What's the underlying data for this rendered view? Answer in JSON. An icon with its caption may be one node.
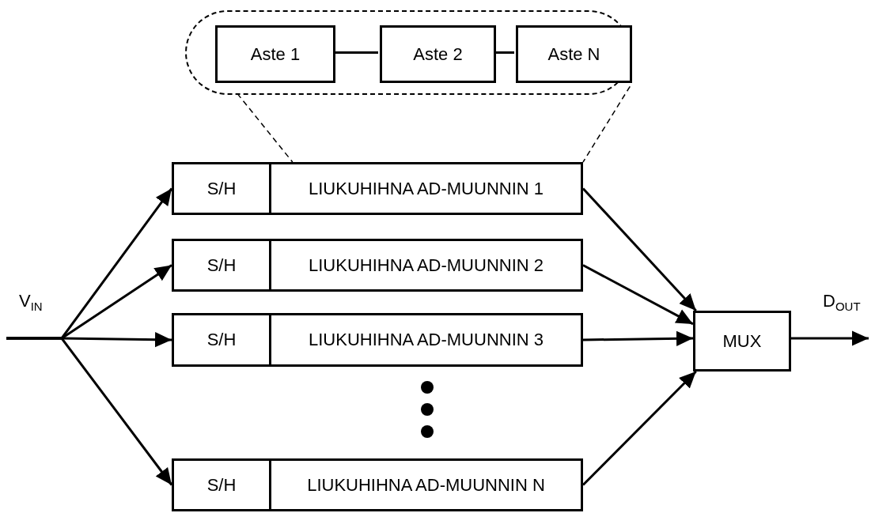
{
  "diagram": {
    "nodes": [
      {
        "text": [],
        "shape": "box"
      },
      {
        "text": [
          "Aste 1"
        ],
        "in": 0
      },
      {
        "text": [
          "Aste 2"
        ],
        "in": 0
      },
      {
        "text": [
          "Aste N"
        ],
        "in": 0
      },
      {
        "text": [
          "S/H"
        ]
      },
      {
        "text": [
          "LIUKUHIHNA AD-MUUNNIN 1"
        ]
      },
      {
        "text": [
          "S/H"
        ]
      },
      {
        "text": [
          "LIUKUHIHNA AD-MUUNNIN 2"
        ]
      },
      {
        "text": [
          "S/H"
        ]
      },
      {
        "text": [
          "LIUKUHIHNA AD-MUUNNIN 3"
        ]
      },
      {
        "text": [
          "S/H"
        ]
      },
      {
        "text": [
          "LIUKUHIHNA AD-MUUNNIN N"
        ]
      },
      {
        "text": [
          "MUX"
        ]
      }
    ],
    "edges": [
      {
        "from": 1,
        "to": 2,
        "arrow": "none"
      },
      {
        "from": 2,
        "to": 3,
        "arrow": "none"
      },
      {
        "from": 0,
        "to": 5,
        "arrow": "none",
        "style": "dashed"
      },
      {
        "from": 0,
        "to": 5,
        "arrow": "none",
        "style": "dashed"
      },
      {
        "from": null,
        "to": 4,
        "arrow": "to"
      },
      {
        "from": null,
        "to": 6,
        "arrow": "to"
      },
      {
        "from": null,
        "to": 8,
        "arrow": "to"
      },
      {
        "from": null,
        "to": 10,
        "arrow": "to"
      },
      {
        "from": 5,
        "to": 12,
        "arrow": "to"
      },
      {
        "from": 7,
        "to": 12,
        "arrow": "to"
      },
      {
        "from": 9,
        "to": 12,
        "arrow": "to"
      },
      {
        "from": 11,
        "to": 12,
        "arrow": "to"
      },
      {
        "from": 12,
        "to": null,
        "arrow": "to"
      }
    ],
    "labels": [
      "V$_{IN}$",
      "D$_{OUT}$"
    ]
  }
}
